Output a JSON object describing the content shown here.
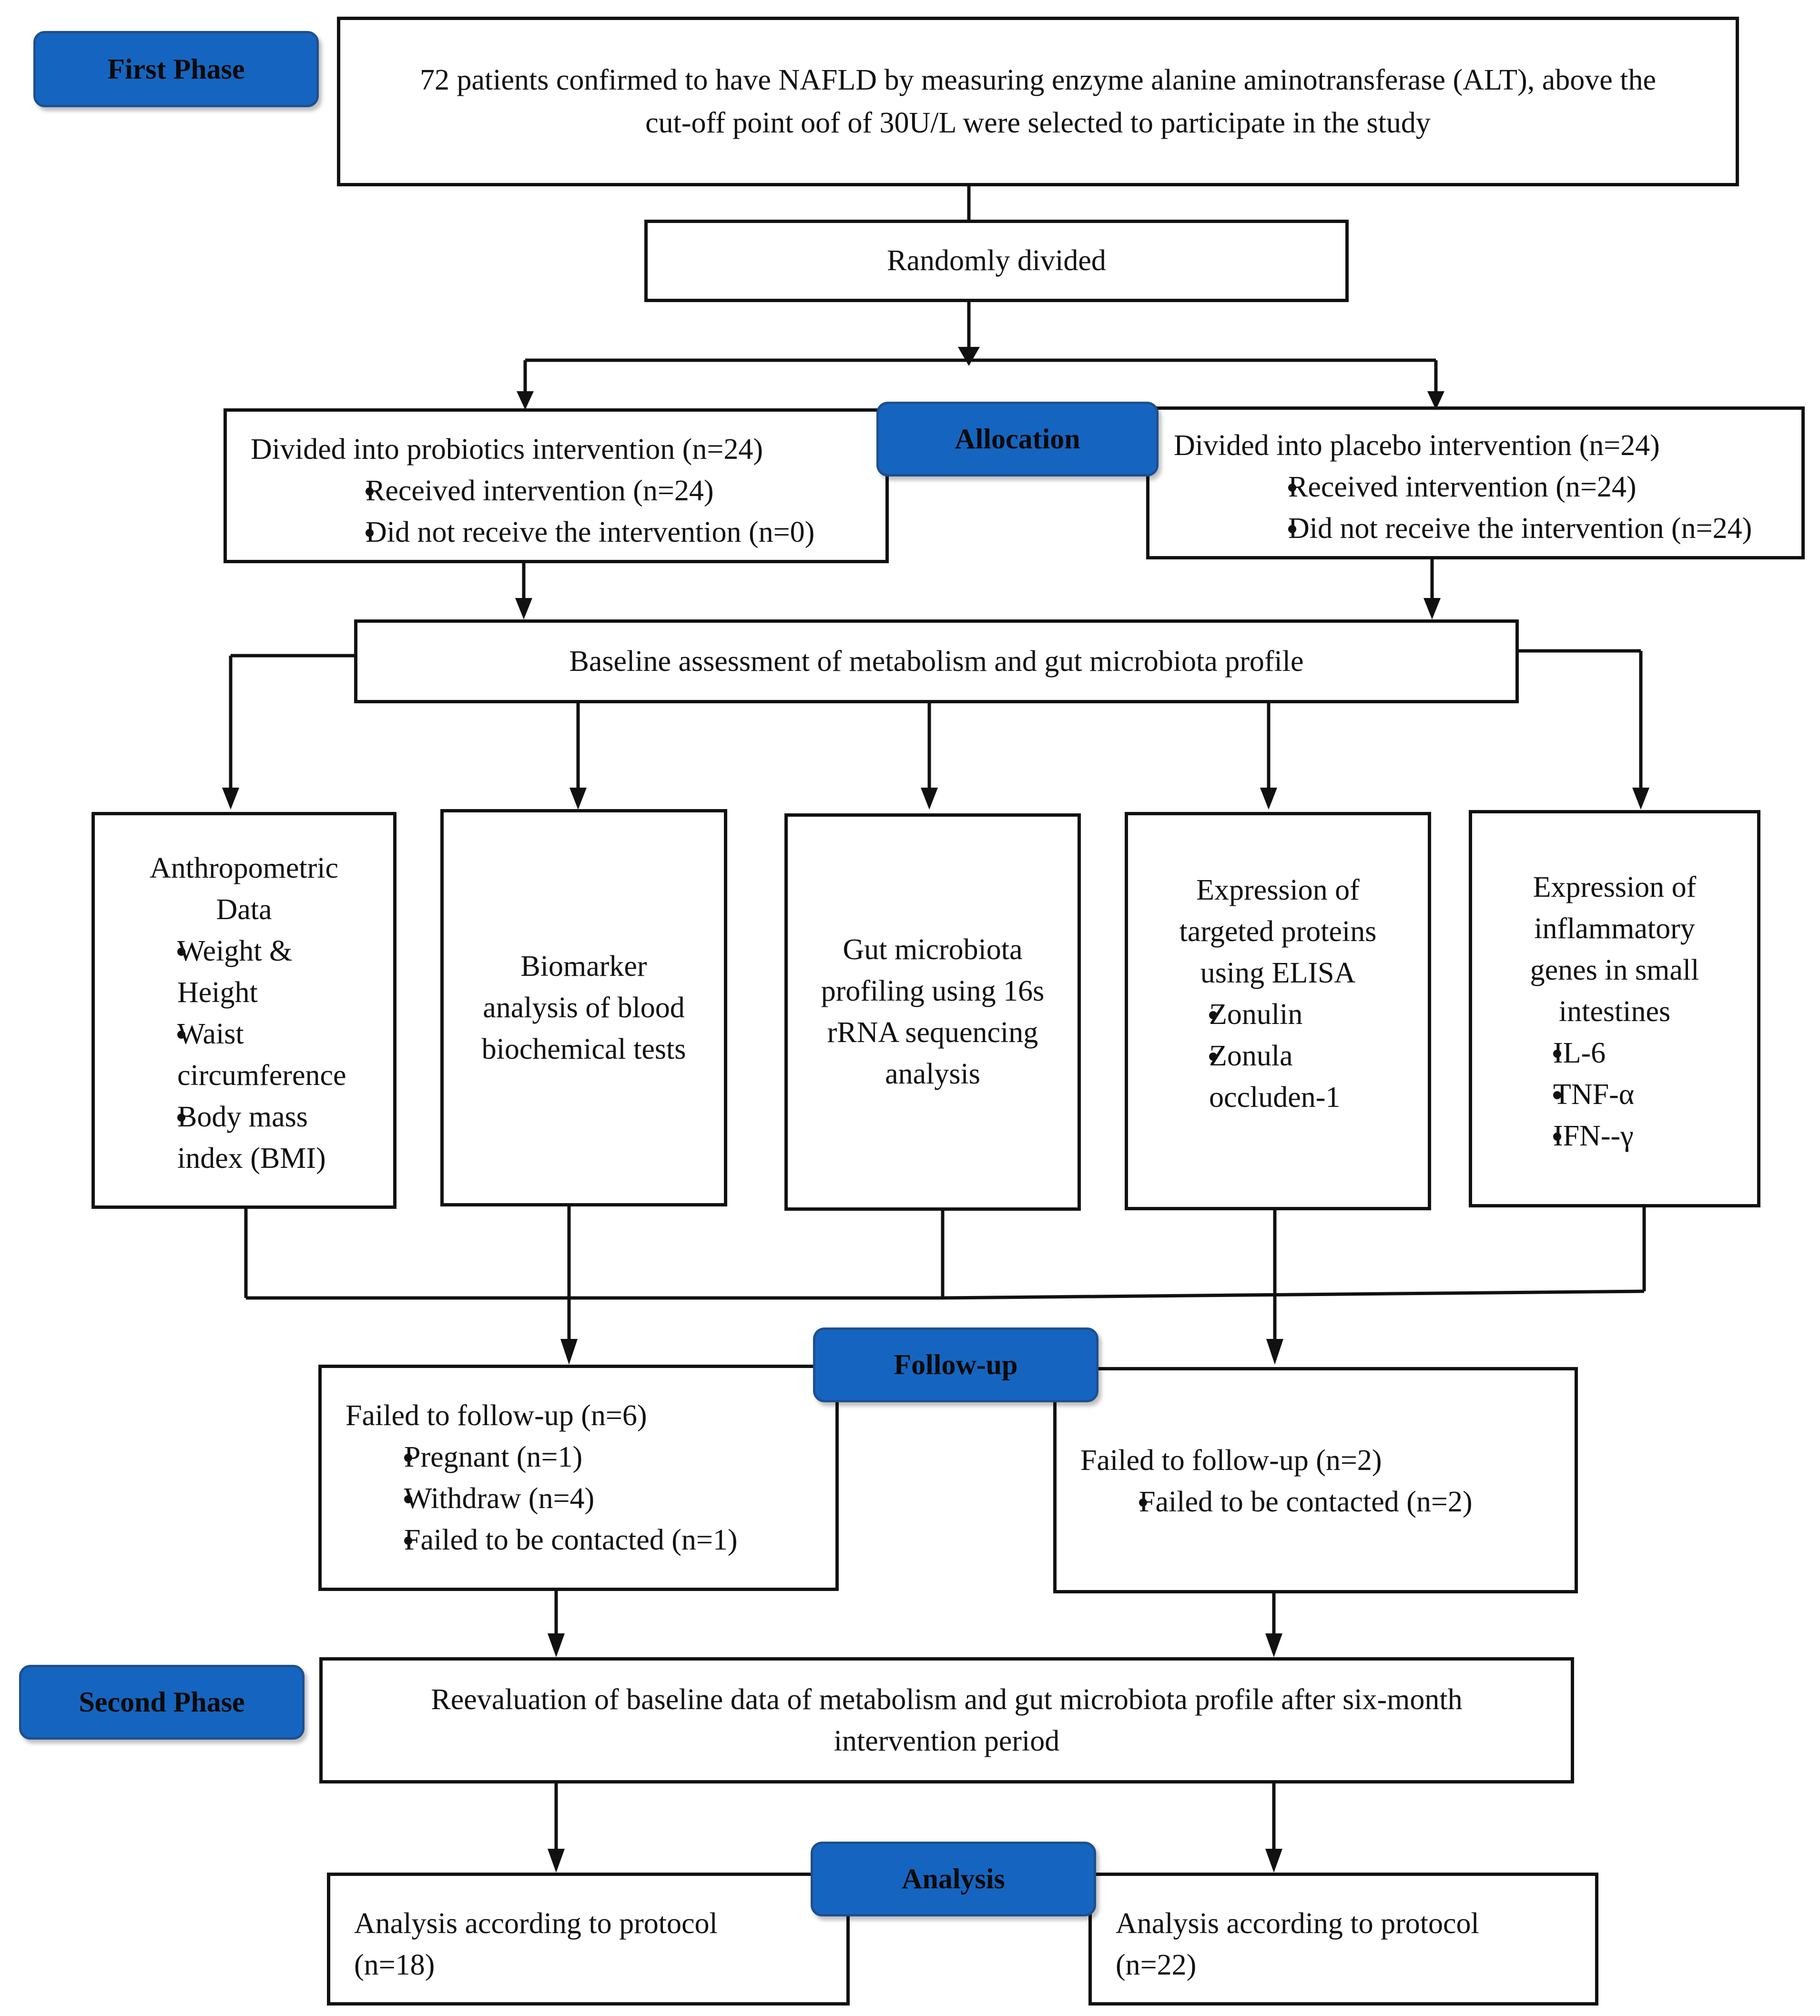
{
  "colors": {
    "badge_fill": "#1565c0",
    "badge_border": "#1f4f8f",
    "line": "#111111"
  },
  "phases": {
    "first": "First Phase",
    "allocation": "Allocation",
    "followup": "Follow-up",
    "second": "Second Phase",
    "analysis": "Analysis"
  },
  "enrollment": {
    "line1": "72 patients confirmed to have NAFLD by measuring enzyme alanine aminotransferase (ALT), above the",
    "line2": "cut-off point oof of 30U/L were selected to participate in the study"
  },
  "random": "Randomly divided",
  "probiotics": {
    "title": "Divided into probiotics intervention (n=24)",
    "items": [
      "Received intervention (n=24)",
      "Did not receive the intervention (n=0)"
    ]
  },
  "placebo": {
    "title": "Divided into placebo intervention (n=24)",
    "items": [
      "Received intervention (n=24)",
      "Did not receive the intervention (n=24)"
    ]
  },
  "baseline": "Baseline assessment of metabolism and gut microbiota profile",
  "assessments": {
    "anthro": {
      "title1": "Anthropometric",
      "title2": "Data",
      "items": [
        [
          "Weight &",
          "Height"
        ],
        [
          "Waist",
          "circumference"
        ],
        [
          "Body mass",
          "index (BMI)"
        ]
      ]
    },
    "biomarker": [
      "Biomarker",
      "analysis of blood",
      "biochemical tests"
    ],
    "gut": [
      "Gut microbiota",
      "profiling using 16s",
      "rRNA sequencing",
      "analysis"
    ],
    "elisa": {
      "title": [
        "Expression of",
        "targeted proteins",
        "using ELISA"
      ],
      "items": [
        [
          "Zonulin"
        ],
        [
          "Zonula",
          "occluden-1"
        ]
      ]
    },
    "inflam": {
      "title": [
        "Expression of",
        "inflammatory",
        "genes in small",
        "intestines"
      ],
      "items": [
        "IL-6",
        "TNF-α",
        "IFN--γ"
      ]
    }
  },
  "followup_left": {
    "title": "Failed to follow-up (n=6)",
    "items": [
      "Pregnant (n=1)",
      "Withdraw (n=4)",
      "Failed to be contacted (n=1)"
    ]
  },
  "followup_right": {
    "title": "Failed to follow-up (n=2)",
    "items": [
      "Failed to be contacted (n=2)"
    ]
  },
  "reevaluation": {
    "line1": "Reevaluation of baseline data of metabolism and gut microbiota profile after six-month",
    "line2": "intervention period"
  },
  "analysis_left": {
    "line1": "Analysis according to protocol",
    "line2": "(n=18)"
  },
  "analysis_right": {
    "line1": "Analysis according to protocol",
    "line2": "(n=22)"
  }
}
